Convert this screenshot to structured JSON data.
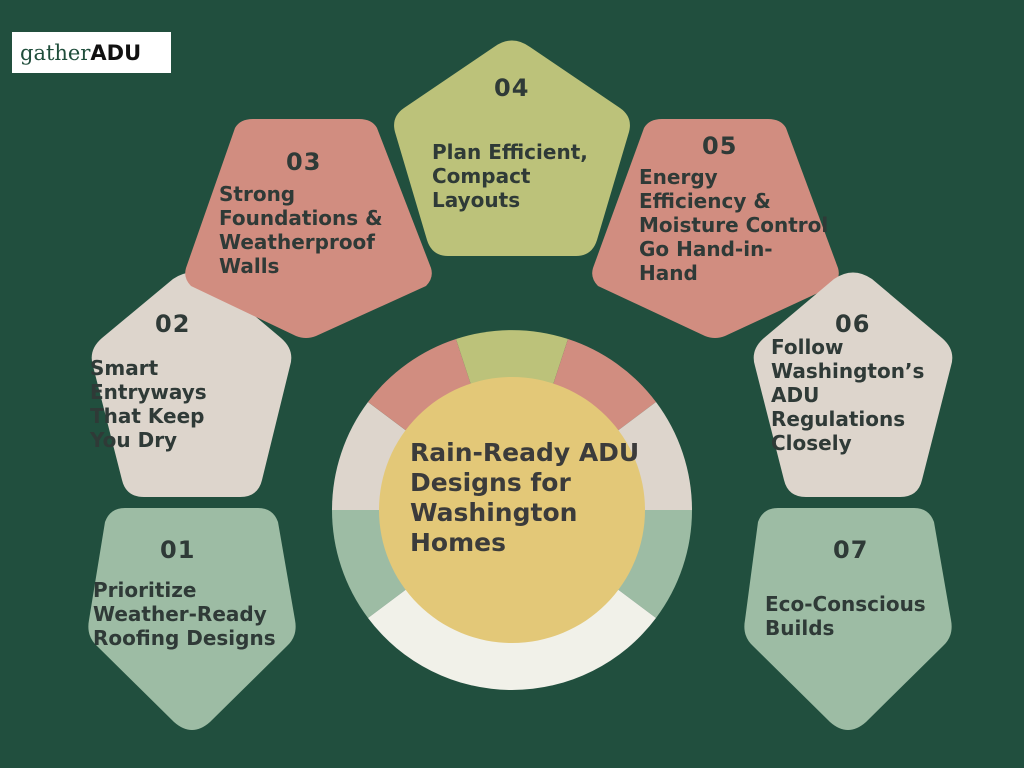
{
  "brand": {
    "part1": "gather",
    "part2": "ADU"
  },
  "center": {
    "title": "Rain-Ready ADU Designs for Washington Homes"
  },
  "steps": [
    {
      "number": "01",
      "label": "Prioritize Weather-Ready Roofing Designs"
    },
    {
      "number": "02",
      "label": "Smart Entryways That Keep You Dry"
    },
    {
      "number": "03",
      "label": "Strong Foundations & Weatherproof Walls"
    },
    {
      "number": "04",
      "label": "Plan Efficient, Compact Layouts"
    },
    {
      "number": "05",
      "label": "Energy Efficiency & Moisture Control Go Hand-in-Hand"
    },
    {
      "number": "06",
      "label": "Follow Washington’s ADU Regulations Closely"
    },
    {
      "number": "07",
      "label": "Eco-Conscious Builds"
    }
  ],
  "colors": {
    "background": "#214f3e",
    "sage": "#9dbca4",
    "beige": "#ddd5cc",
    "rose": "#d18d80",
    "olive": "#bcc27a",
    "center": "#e3c878",
    "ring_bottom": "#f1f1e9"
  }
}
